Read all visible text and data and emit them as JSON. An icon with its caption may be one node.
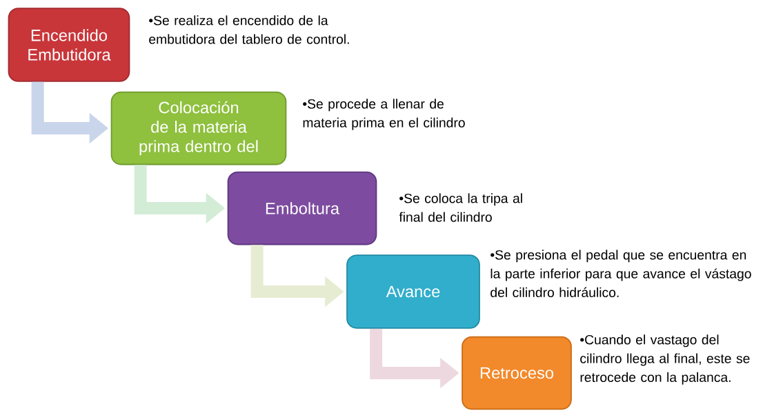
{
  "diagram": {
    "nodes": [
      {
        "text": [
          "Encendido Embutidora"
        ],
        "beside": [
          "•Se realiza el encendido de la embutidora del tablero de control."
        ]
      },
      {
        "text": [
          "Colocación de la materia prima dentro del"
        ],
        "beside": [
          "•Se procede a llenar de materia prima en el cilindro"
        ]
      },
      {
        "text": [
          "Emboltura"
        ],
        "beside": [
          "•Se coloca la tripa al final del cilindro"
        ]
      },
      {
        "text": [
          "Avance"
        ],
        "beside": [
          "•Se presiona el pedal que se encuentra en la parte inferior para que avance el vástago del cilindro hidráulico."
        ]
      },
      {
        "text": [
          "Retroceso"
        ],
        "beside": [
          "•Cuando el vastago del cilindro llega al final, este se retrocede con la palanca."
        ]
      }
    ],
    "edges": [
      {
        "from": 0,
        "to": 1,
        "arrow": "to",
        "color": "#c9d5ea"
      },
      {
        "from": 1,
        "to": 2,
        "arrow": "to",
        "color": "#d3ecd6"
      },
      {
        "from": 2,
        "to": 3,
        "arrow": "to",
        "color": "#e6ecd2"
      },
      {
        "from": 3,
        "to": 4,
        "arrow": "to",
        "color": "#eed8e0"
      }
    ]
  }
}
